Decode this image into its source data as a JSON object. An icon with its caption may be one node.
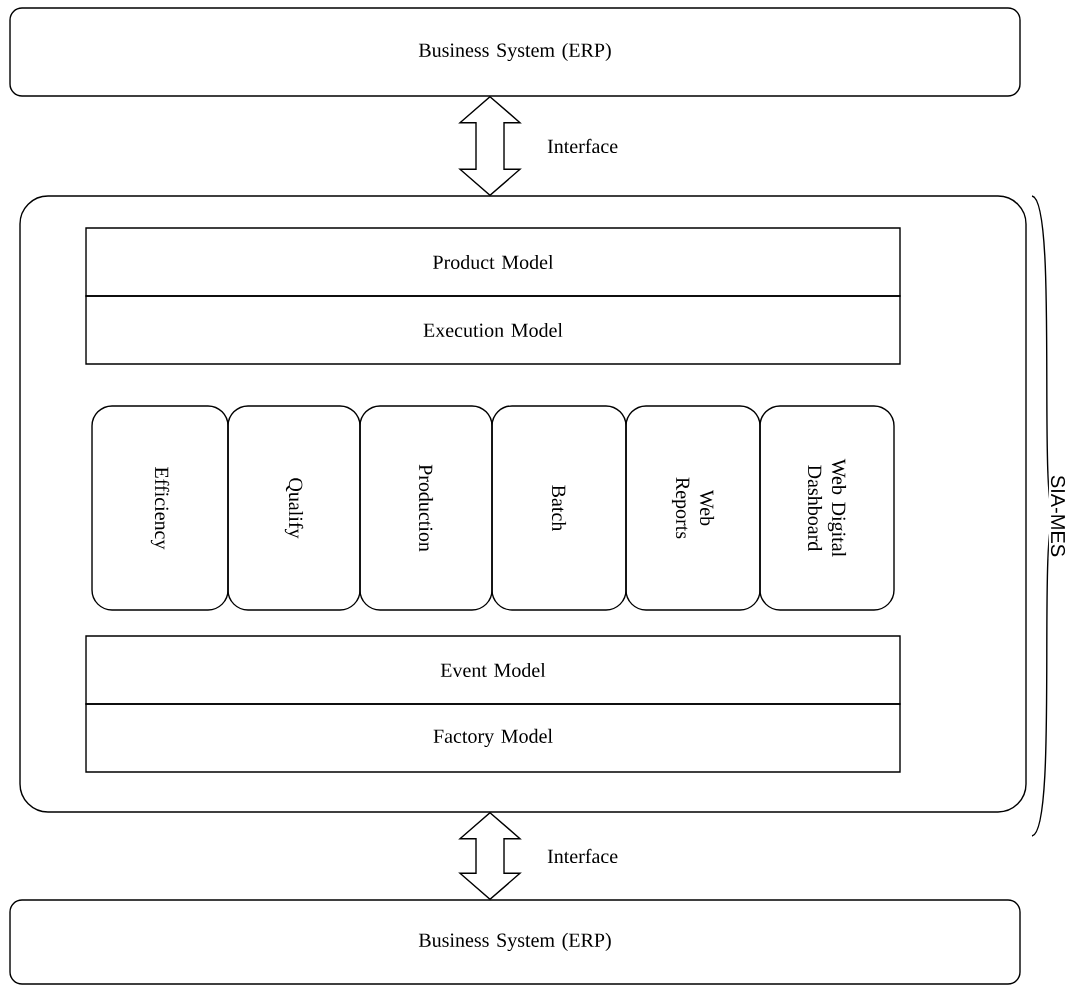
{
  "diagram": {
    "nodes": [
      {
        "text": [
          "Business System (ERP)"
        ]
      },
      {
        "text": [],
        "shape": "box",
        "beside": [
          "SIA-MES"
        ]
      },
      {
        "text": [
          "Product Model"
        ],
        "in": 1
      },
      {
        "text": [
          "Execution Model"
        ],
        "in": 1
      },
      {
        "text": [
          "Efficiency"
        ],
        "in": 1
      },
      {
        "text": [
          "Qualify"
        ],
        "in": 1
      },
      {
        "text": [
          "Production"
        ],
        "in": 1
      },
      {
        "text": [
          "Batch"
        ],
        "in": 1
      },
      {
        "text": [
          "Web Reports"
        ],
        "in": 1
      },
      {
        "text": [
          "Web Digital Dashboard"
        ],
        "in": 1
      },
      {
        "text": [
          "Event  Model"
        ],
        "in": 1
      },
      {
        "text": [
          "Factory Model"
        ],
        "in": 1
      },
      {
        "text": [
          "Business System (ERP)"
        ]
      }
    ],
    "edges": [
      {
        "from": 0,
        "to": 1,
        "arrow": "both",
        "label": "Interface"
      },
      {
        "from": 1,
        "to": 12,
        "arrow": "both",
        "label": "Interface"
      }
    ]
  }
}
